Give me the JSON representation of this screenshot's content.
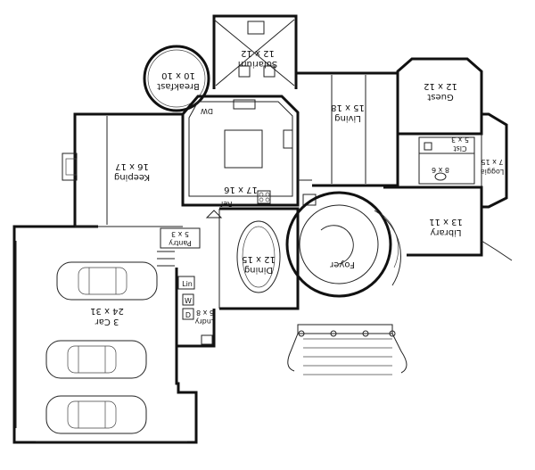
{
  "rooms": [
    {
      "key": "solarium",
      "name": "Solarium",
      "dim": "12 x 12"
    },
    {
      "key": "breakfast",
      "name": "Breakfast",
      "dim": "10 x 10"
    },
    {
      "key": "living",
      "name": "Living",
      "dim": "15 x 18"
    },
    {
      "key": "guest",
      "name": "Guest",
      "dim": "12 x 12"
    },
    {
      "key": "loggia",
      "name": "Loggia",
      "dim": "7 x 15"
    },
    {
      "key": "keeping",
      "name": "Keeping",
      "dim": "16 x 17"
    },
    {
      "key": "kitchen",
      "name": "",
      "dim": "17 x 16"
    },
    {
      "key": "library",
      "name": "Library",
      "dim": "13 x 11"
    },
    {
      "key": "dining",
      "name": "Dining",
      "dim": "12 x 15"
    },
    {
      "key": "foyer",
      "name": "Foyer",
      "dim": ""
    },
    {
      "key": "pantry",
      "name": "Pantry",
      "dim": "5 x 3"
    },
    {
      "key": "garage",
      "name": "3 Car",
      "dim": "24 x 31"
    },
    {
      "key": "laundry",
      "name": "Lndry",
      "dim": "6 x 8"
    },
    {
      "key": "bath",
      "name": "",
      "dim": "8 x 6"
    },
    {
      "key": "closet",
      "name": "Clst",
      "dim": "5 x 3"
    }
  ],
  "fixtures": {
    "dw": "DW",
    "ref": "Ref",
    "lin": "Lin",
    "washer": "W",
    "dryer": "D"
  }
}
